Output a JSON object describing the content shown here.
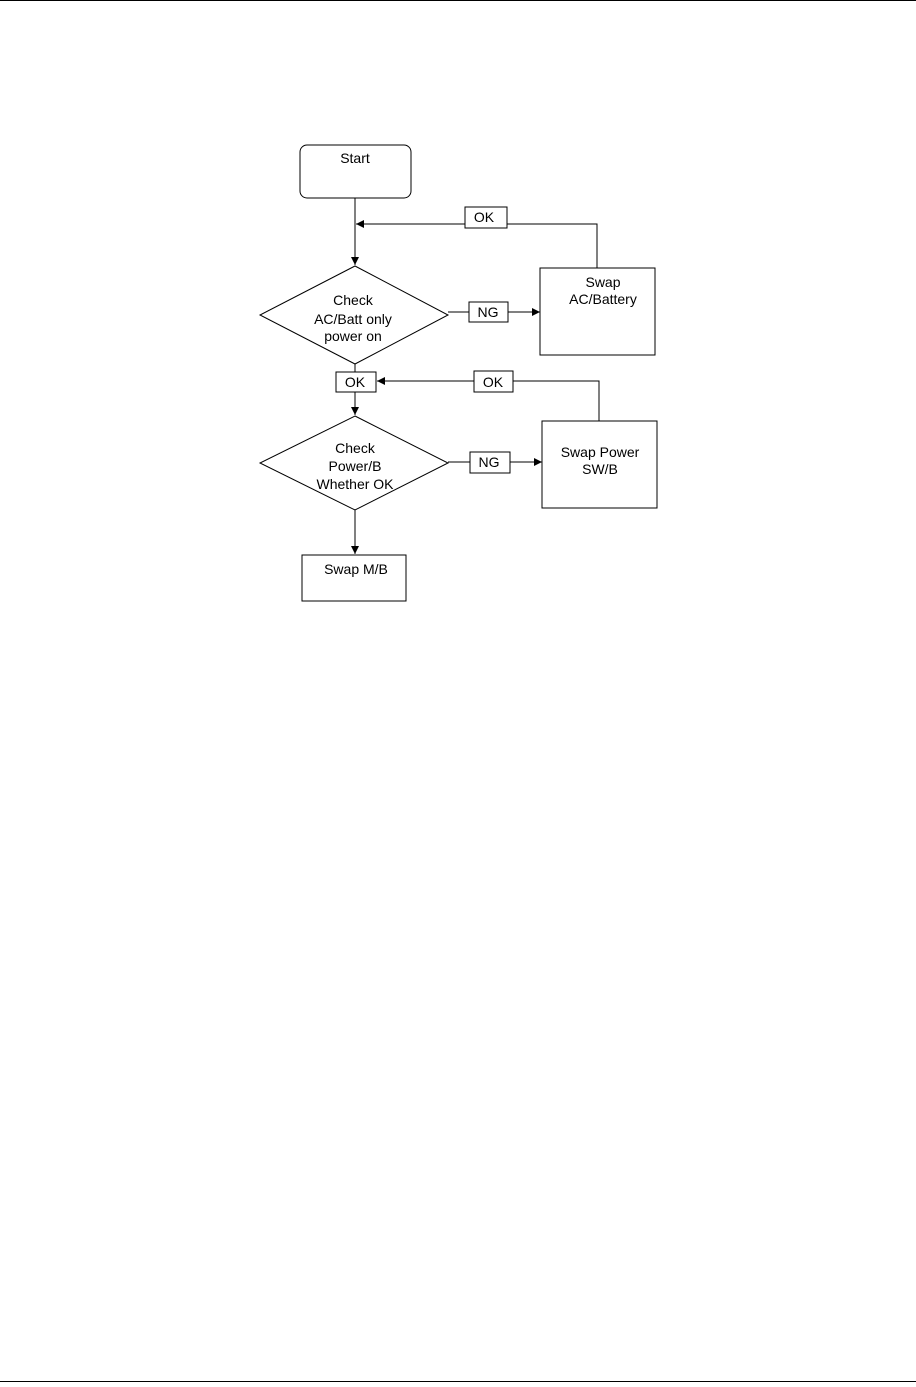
{
  "nodes": {
    "start": "Start",
    "check_ac": [
      "Check",
      "AC/Batt only",
      "power on"
    ],
    "swap_ac": [
      "Swap",
      "AC/Battery"
    ],
    "check_power": [
      "Check",
      "Power/B",
      "Whether OK"
    ],
    "swap_power": [
      "Swap Power",
      "SW/B"
    ],
    "swap_mb": "Swap M/B"
  },
  "edge_labels": {
    "ok_return_1": "OK",
    "ng_1": "NG",
    "ok_down": "OK",
    "ok_return_2": "OK",
    "ng_2": "NG"
  }
}
